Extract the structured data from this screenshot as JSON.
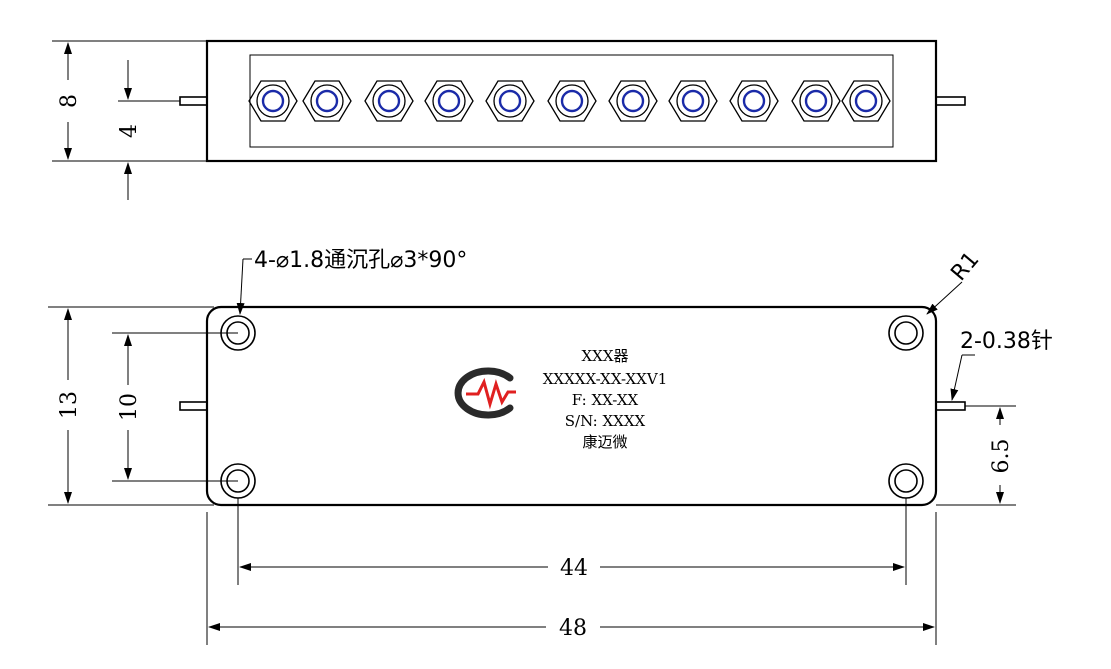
{
  "top_view": {
    "dim_height": "8",
    "dim_pin_height": "4",
    "trimmer_count": 11
  },
  "front_view": {
    "hole_callout": "4-⌀1.8通沉孔⌀3*90°",
    "radius_callout": "R1",
    "pin_callout": "2-0.38针",
    "dim_height": "13",
    "dim_hole_spacing_v": "10",
    "dim_pin_offset": "6.5",
    "dim_hole_spacing_h": "44",
    "dim_width": "48"
  },
  "plate": {
    "line1": "XXX器",
    "line2": "XXXXX-XX-XXV1",
    "line3": "F: XX-XX",
    "line4": "S/N: XXXX",
    "line5": "康迈微"
  },
  "logo": {
    "name": "kmw-logo-icon",
    "colors": {
      "ring": "#2a2a2a",
      "wave": "#e02020"
    }
  }
}
